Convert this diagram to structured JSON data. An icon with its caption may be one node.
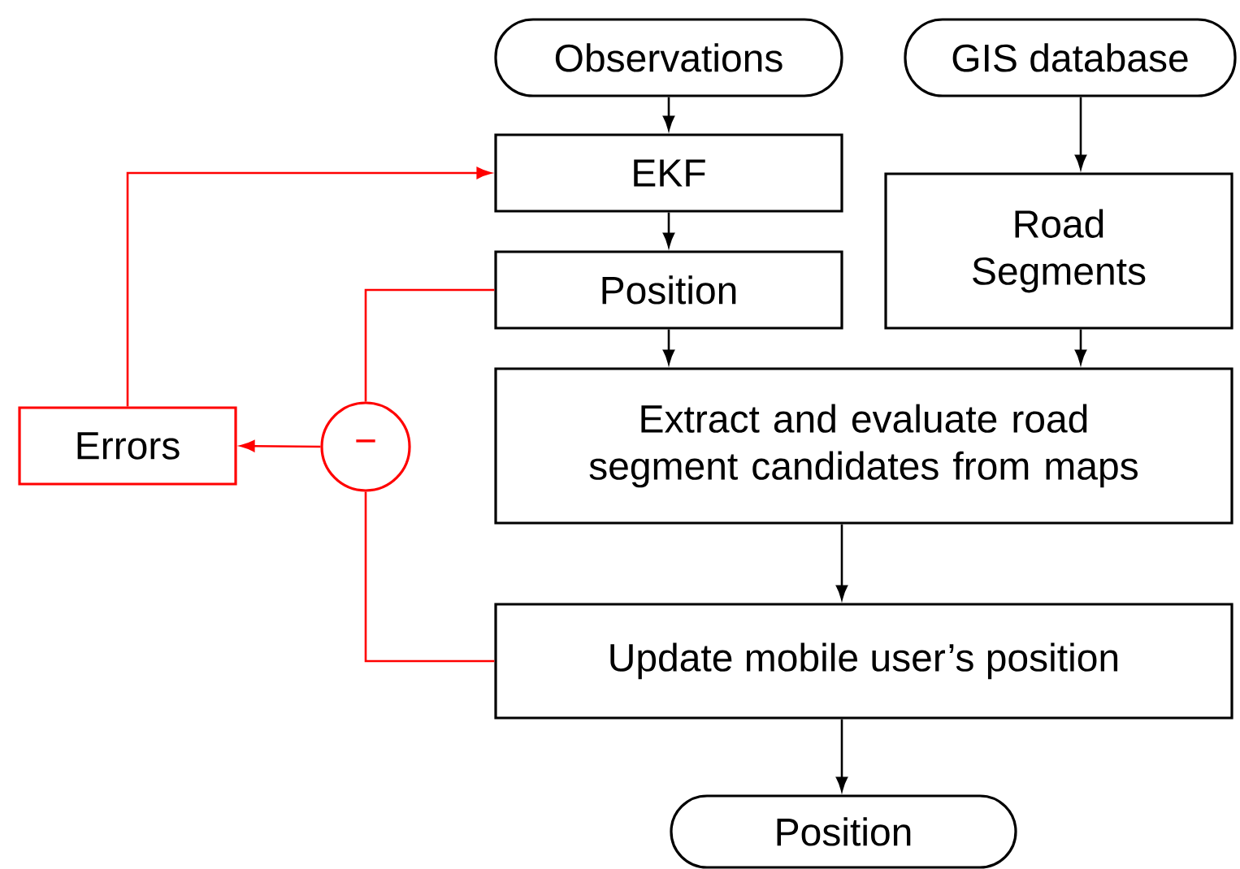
{
  "diagram": {
    "nodes": [
      {
        "text": [
          "Observations"
        ]
      },
      {
        "text": [
          "GIS database"
        ]
      },
      {
        "text": [
          "EKF"
        ]
      },
      {
        "text": [
          "Road Segments"
        ]
      },
      {
        "text": [
          "Position"
        ]
      },
      {
        "text": [
          "Extract and evaluate road segment candidates from maps"
        ]
      },
      {
        "text": [
          "Update mobile user’s position"
        ]
      },
      {
        "text": [
          "Position"
        ]
      },
      {
        "text": [
          "Errors"
        ]
      },
      {
        "text": [
          "−"
        ]
      }
    ],
    "edges": [
      {
        "from": 0,
        "to": 2,
        "arrow": "to"
      },
      {
        "from": 2,
        "to": 4,
        "arrow": "to"
      },
      {
        "from": 1,
        "to": 3,
        "arrow": "to"
      },
      {
        "from": 4,
        "to": 5,
        "arrow": "to"
      },
      {
        "from": 3,
        "to": 5,
        "arrow": "to"
      },
      {
        "from": 5,
        "to": 6,
        "arrow": "to"
      },
      {
        "from": 6,
        "to": 7,
        "arrow": "to"
      },
      {
        "from": 4,
        "to": 9,
        "arrow": "none",
        "color": "#ff0000"
      },
      {
        "from": 6,
        "to": 9,
        "arrow": "none",
        "color": "#ff0000"
      },
      {
        "from": 9,
        "to": 8,
        "arrow": "to",
        "color": "#ff0000"
      },
      {
        "from": 8,
        "to": 2,
        "arrow": "to",
        "color": "#ff0000"
      }
    ]
  }
}
